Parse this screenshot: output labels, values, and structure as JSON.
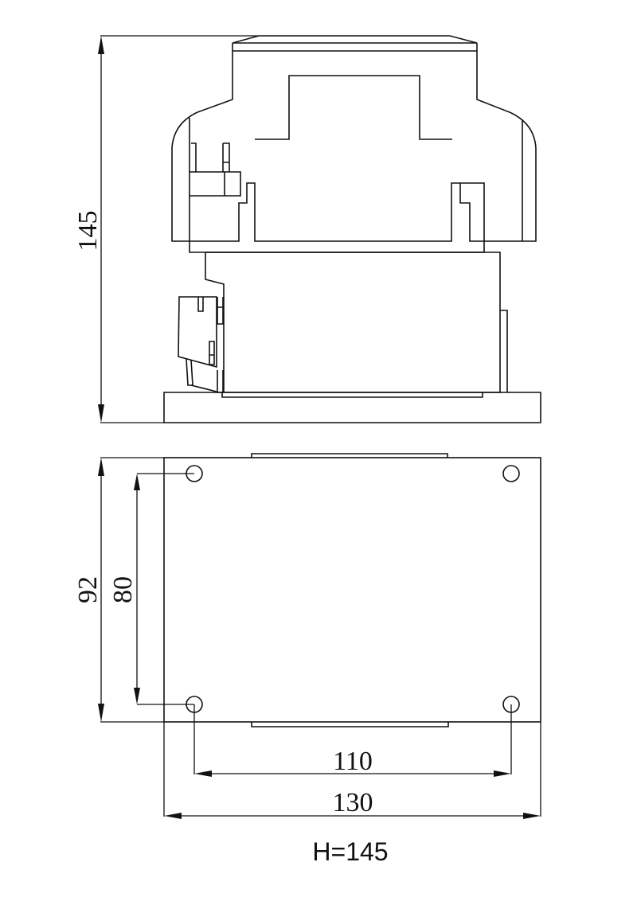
{
  "drawing": {
    "type": "technical dimension drawing",
    "views": [
      "side-elevation",
      "plan-bottom"
    ],
    "stroke_color": "#111111",
    "background": "#ffffff"
  },
  "dimensions": {
    "height_side": "145",
    "outer_depth": "92",
    "hole_spacing_vertical": "80",
    "hole_spacing_horizontal": "110",
    "outer_width": "130"
  },
  "caption": "H=145"
}
